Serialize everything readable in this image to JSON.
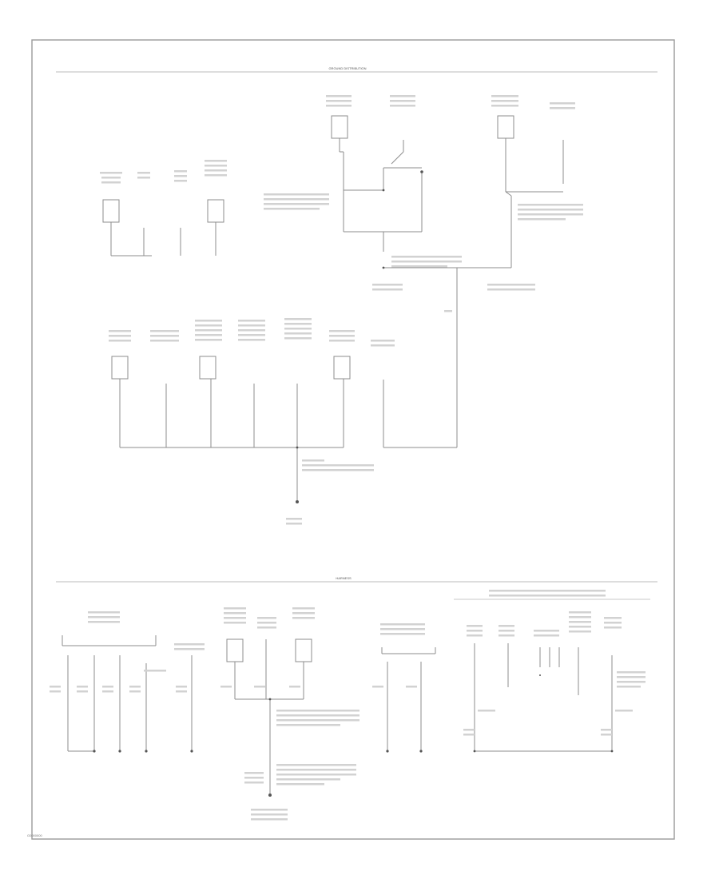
{
  "sheet": {
    "sections": [
      "GROUND DISTRIBUTION",
      "HARNESS"
    ],
    "footer_code": "G0000000"
  }
}
